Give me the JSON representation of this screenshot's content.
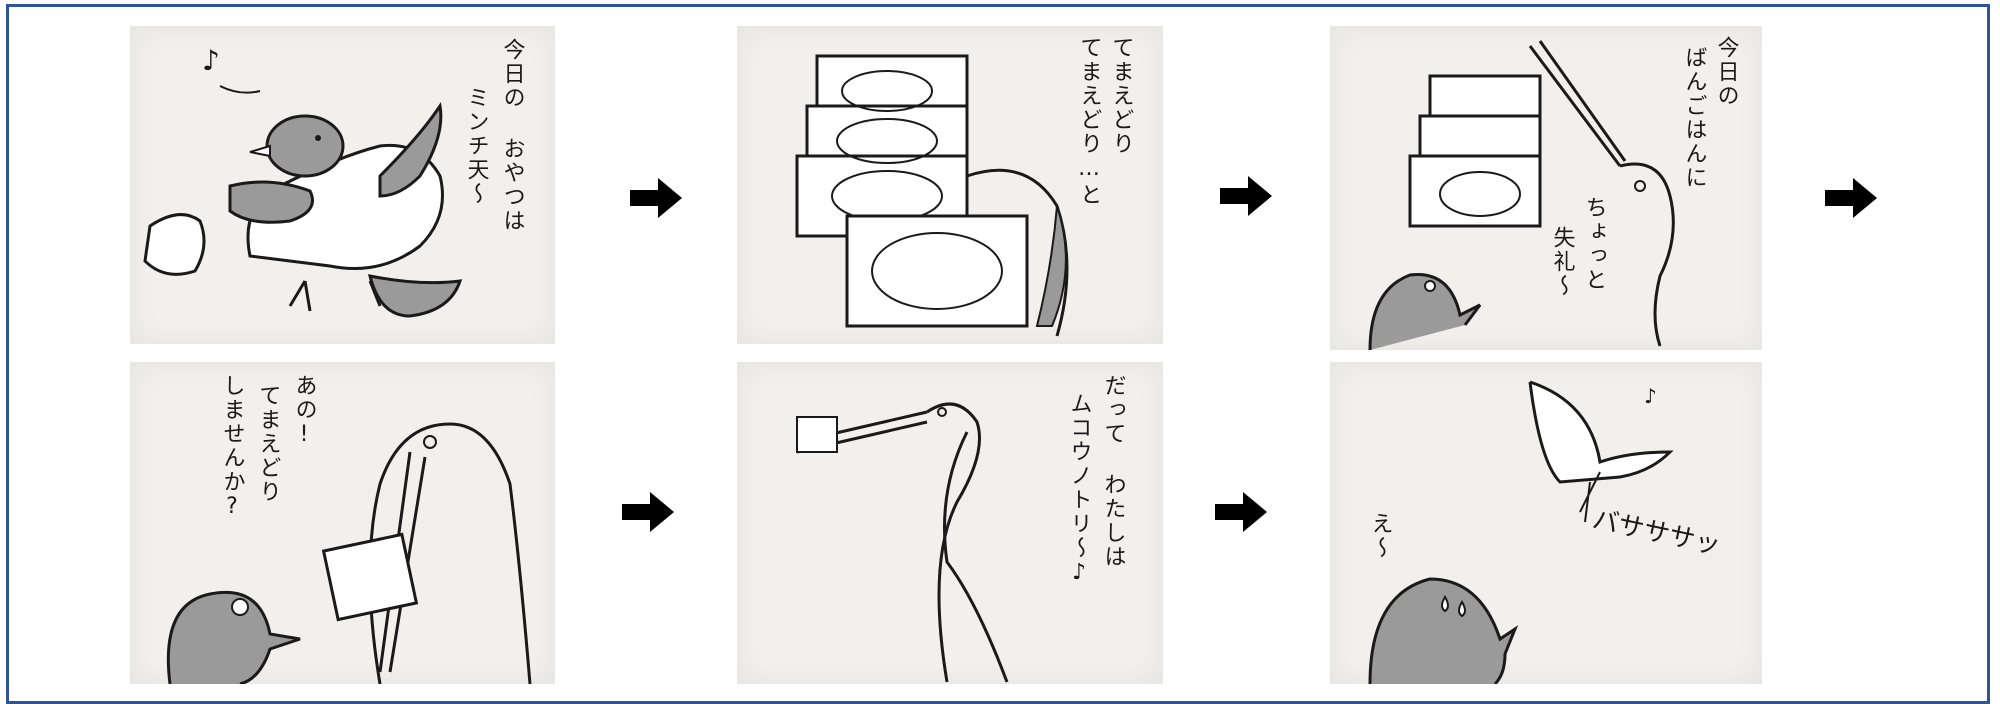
{
  "panels": {
    "p1": {
      "lines": [
        "今日の おやつは",
        "ミンチ天〜"
      ],
      "note": "♪"
    },
    "p2": {
      "lines": [
        "てまえどり",
        "てまえどり…と"
      ]
    },
    "p3": {
      "lines": [
        "今日の",
        "ばんごはんに"
      ],
      "aside": [
        "ちょっと",
        "失礼〜"
      ]
    },
    "p4": {
      "lines": [
        "あの!",
        "てまえどり",
        "しませんか?"
      ]
    },
    "p5": {
      "lines": [
        "だって わたしは",
        "ムコウノトリ〜♪"
      ]
    },
    "p6": {
      "left": "え〜",
      "sound": "バサササッ",
      "note": "♪"
    }
  },
  "colors": {
    "frame": "#2f5597",
    "ink": "#1a1a1a",
    "paper": "#f1f0ed",
    "shade": "#9a9a9a"
  }
}
